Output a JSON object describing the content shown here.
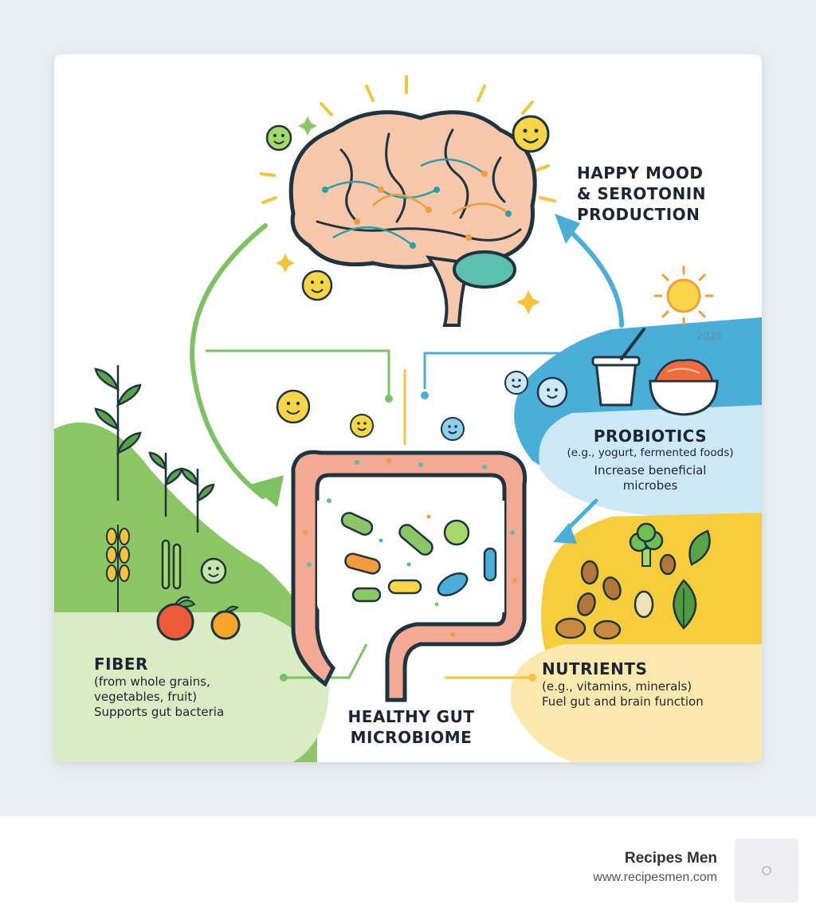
{
  "brain": {
    "title_line1": "HAPPY MOOD",
    "title_line2": "& SEROTONIN",
    "title_line3": "PRODUCTION"
  },
  "probiotics": {
    "title": "PROBIOTICS",
    "examples": "(e.g., yogurt, fermented foods)",
    "benefit_line1": "Increase beneficial",
    "benefit_line2": "microbes"
  },
  "fiber": {
    "title": "FIBER",
    "sources_line1": "(from whole grains,",
    "sources_line2": "vegetables, fruit)",
    "benefit": "Supports gut bacteria"
  },
  "nutrients": {
    "title": "NUTRIENTS",
    "examples": "(e.g., vitamins, minerals)",
    "benefit": "Fuel gut and brain function"
  },
  "gut": {
    "title_line1": "HEALTHY GUT",
    "title_line2": "MICROBIOME"
  },
  "year_badge": "2026",
  "footer": {
    "site_name": "Recipes Men",
    "site_url": "www.recipesmen.com"
  },
  "colors": {
    "fiber_green": "#8cc665",
    "probiotic_blue": "#4aaed8",
    "nutrient_yellow": "#f7cd3c",
    "gut_pink": "#f4a994",
    "brain_peach": "#f8c8ad",
    "outline": "#1e3540"
  }
}
